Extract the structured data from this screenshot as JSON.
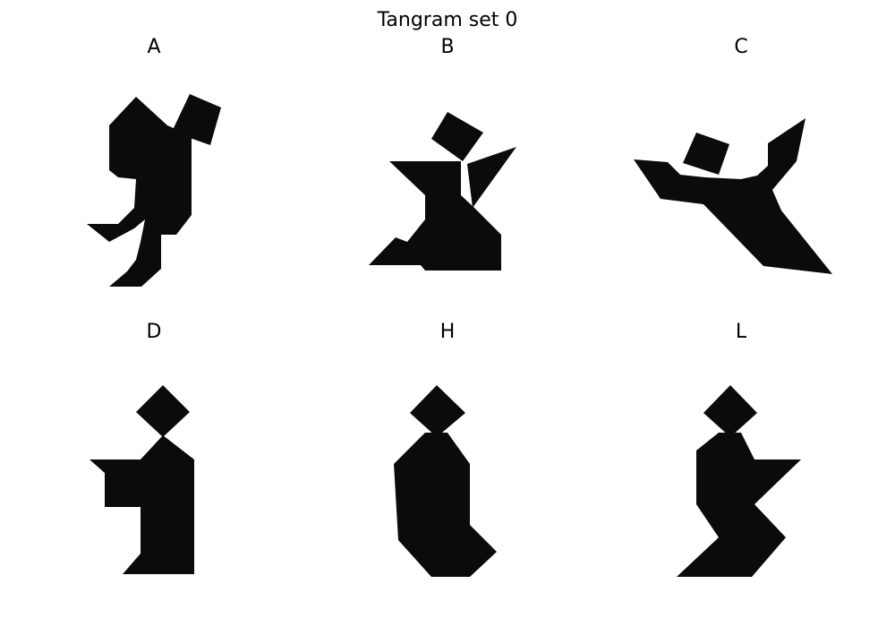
{
  "title": "Tangram set 0",
  "panels": [
    {
      "label": "A"
    },
    {
      "label": "B"
    },
    {
      "label": "C"
    },
    {
      "label": "D"
    },
    {
      "label": "H"
    },
    {
      "label": "L"
    }
  ],
  "colors": {
    "silhouette": "#0a0b0a",
    "background": "#ffffff"
  }
}
